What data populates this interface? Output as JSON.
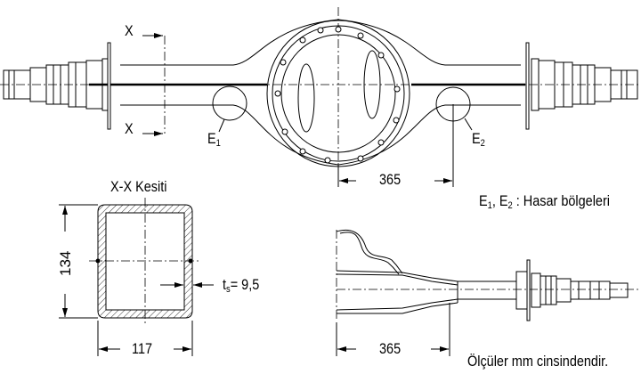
{
  "section_marker": {
    "letter": "X"
  },
  "damage_labels": {
    "e1_main": "E",
    "e1_sub": "1",
    "e2_main": "E",
    "e2_sub": "2"
  },
  "dimensions": {
    "top_offset": "365",
    "bottom_offset": "365",
    "height": "134",
    "width": "117",
    "thickness_main": "t",
    "thickness_sub": "s",
    "thickness_value": "= 9,5"
  },
  "section_title": "X-X Kesiti",
  "legend": {
    "e1": "E",
    "e1_sub": "1",
    "sep": ",",
    "e2": " E",
    "e2_sub": "2",
    "text": " : Hasar bölgeleri"
  },
  "units_note": "Ölçüler mm cinsindendir."
}
